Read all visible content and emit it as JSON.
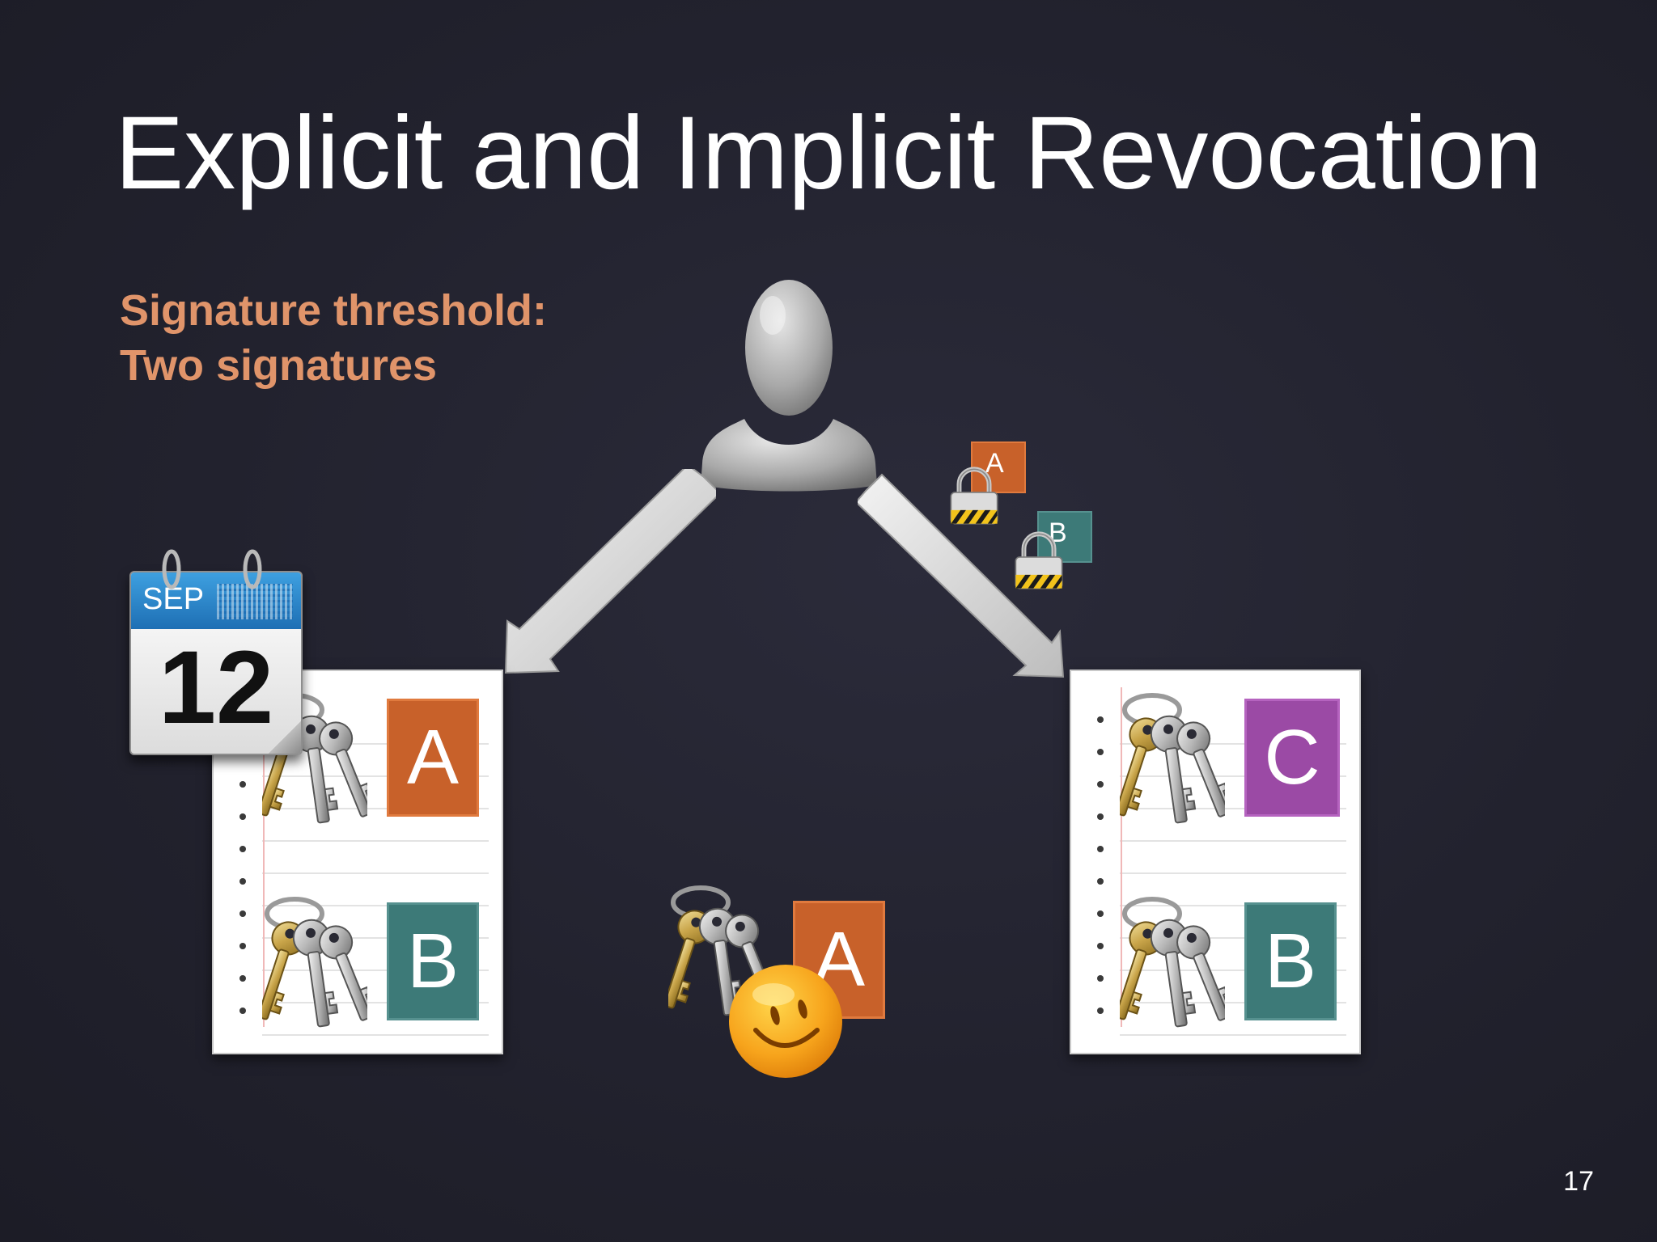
{
  "slide": {
    "title": "Explicit and Implicit Revocation",
    "threshold_line1": "Signature threshold:",
    "threshold_line2": "Two signatures",
    "page_number": "17"
  },
  "calendar": {
    "month": "SEP",
    "day": "12"
  },
  "left_keyring": {
    "key1": "A",
    "key2": "B"
  },
  "right_keyring": {
    "key1": "C",
    "key2": "B"
  },
  "signatures": {
    "sig1": "A",
    "sig2": "B"
  },
  "compromised_key": {
    "label": "A"
  },
  "colors": {
    "orange": "#c8612a",
    "teal": "#3d7a78",
    "purple": "#9b4aa5",
    "threshold_text": "#e0946a",
    "background": "#22222e"
  },
  "icons": [
    "user-silhouette-icon",
    "arrow-icon",
    "padlock-icon",
    "calendar-icon",
    "keys-icon",
    "smiley-icon",
    "notepad-icon"
  ]
}
